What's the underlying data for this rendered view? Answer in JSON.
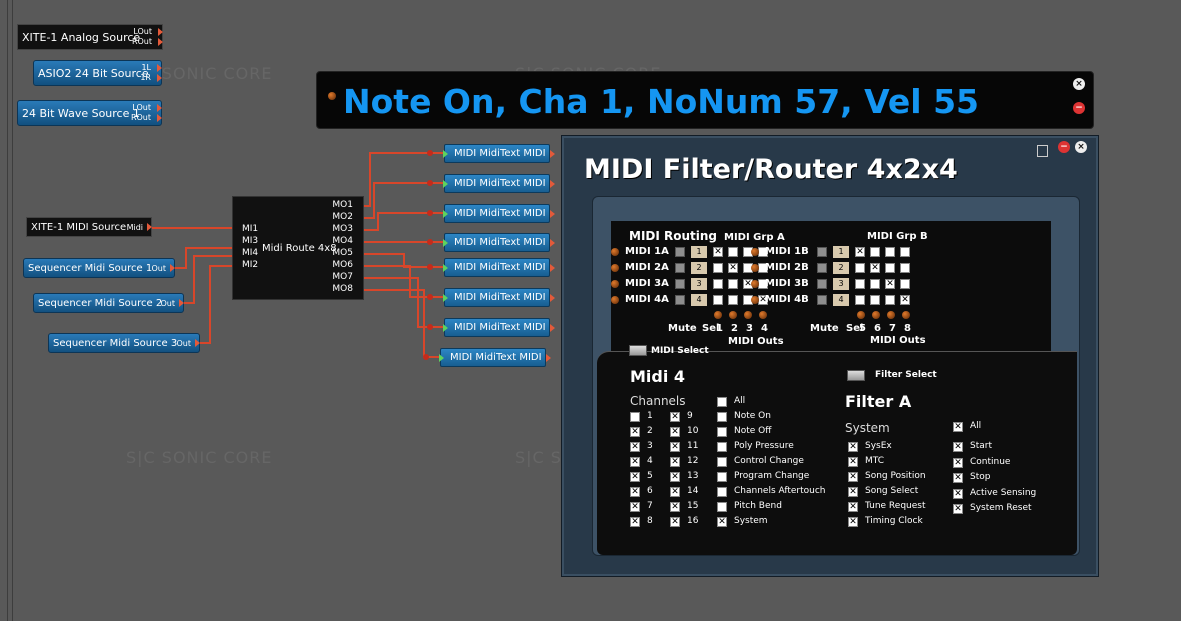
{
  "canvas": {
    "watermarks": [
      "S|C SONIC CORE",
      "S|C SONIC CORE",
      "S|C SONIC CORE",
      "S|C SONIC CORE"
    ]
  },
  "sources": [
    {
      "label": "XITE-1 Analog Source",
      "ports": [
        "LOut",
        "ROut"
      ]
    },
    {
      "label": "ASIO2 24 Bit Source",
      "ports": [
        "1L",
        "1R"
      ]
    },
    {
      "label": "24 Bit Wave Source 1",
      "ports": [
        "LOut",
        "ROut"
      ]
    }
  ],
  "midi_sources": [
    {
      "label": "XITE-1 MIDI Source",
      "port": "Midi"
    },
    {
      "label": "Sequencer Midi Source 1",
      "port": "Out"
    },
    {
      "label": "Sequencer Midi Source 2",
      "port": "Out"
    },
    {
      "label": "Sequencer Midi Source 3",
      "port": "Out"
    }
  ],
  "router": {
    "label": "Midi Route 4x8",
    "inputs": [
      "MI1",
      "MI3",
      "MI4",
      "MI2"
    ],
    "outputs": [
      "MO1",
      "MO2",
      "MO3",
      "MO4",
      "MO5",
      "MO6",
      "MO7",
      "MO8"
    ]
  },
  "miditext": [
    "MIDI MidiText",
    "MIDI MidiText",
    "MIDI MidiText",
    "MIDI MidiText",
    "MIDI MidiText",
    "MIDI MidiText",
    "MIDI MidiText",
    "MIDI MidiText"
  ],
  "miditext_port": "MIDI",
  "note_display": {
    "text": "Note On, Cha 1, NoNum 57, Vel 55"
  },
  "filter_router": {
    "title": "MIDI Filter/Router 4x2x4",
    "routing_title": "MIDI Routing",
    "grp_a": "MIDI Grp A",
    "grp_b": "MIDI Grp B",
    "rows_a": [
      "MIDI 1A",
      "MIDI 2A",
      "MIDI 3A",
      "MIDI 4A"
    ],
    "rows_b": [
      "MIDI 1B",
      "MIDI 2B",
      "MIDI 3B",
      "MIDI 4B"
    ],
    "sel_nums": [
      "1",
      "2",
      "3",
      "4"
    ],
    "grid_a": [
      [
        1,
        0,
        0,
        0
      ],
      [
        0,
        1,
        0,
        0
      ],
      [
        0,
        0,
        1,
        0
      ],
      [
        0,
        0,
        0,
        1
      ]
    ],
    "grid_b": [
      [
        1,
        0,
        0,
        0
      ],
      [
        0,
        1,
        0,
        0
      ],
      [
        0,
        0,
        1,
        0
      ],
      [
        0,
        0,
        0,
        1
      ]
    ],
    "mute": "Mute",
    "sel": "Sel",
    "outs_a": [
      "1",
      "2",
      "3",
      "4"
    ],
    "outs_b": [
      "5",
      "6",
      "7",
      "8"
    ],
    "midi_outs": "MIDI Outs",
    "midi_select": "MIDI Select",
    "filter_select": "Filter Select",
    "midi_name": "Midi 4",
    "filter_name": "Filter A",
    "channels_label": "Channels",
    "system_label": "System",
    "channels": [
      {
        "n": "1",
        "on": false
      },
      {
        "n": "2",
        "on": true
      },
      {
        "n": "3",
        "on": true
      },
      {
        "n": "4",
        "on": true
      },
      {
        "n": "5",
        "on": true
      },
      {
        "n": "6",
        "on": true
      },
      {
        "n": "7",
        "on": true
      },
      {
        "n": "8",
        "on": true
      },
      {
        "n": "9",
        "on": true
      },
      {
        "n": "10",
        "on": true
      },
      {
        "n": "11",
        "on": true
      },
      {
        "n": "12",
        "on": true
      },
      {
        "n": "13",
        "on": true
      },
      {
        "n": "14",
        "on": true
      },
      {
        "n": "15",
        "on": true
      },
      {
        "n": "16",
        "on": true
      }
    ],
    "msg_types": [
      {
        "label": "All",
        "on": false
      },
      {
        "label": "Note On",
        "on": false
      },
      {
        "label": "Note Off",
        "on": false
      },
      {
        "label": "Poly Pressure",
        "on": false
      },
      {
        "label": "Control Change",
        "on": false
      },
      {
        "label": "Program Change",
        "on": false
      },
      {
        "label": "Channels Aftertouch",
        "on": false
      },
      {
        "label": "Pitch Bend",
        "on": false
      },
      {
        "label": "System",
        "on": true
      }
    ],
    "sys_left": [
      {
        "label": "SysEx",
        "on": true
      },
      {
        "label": "MTC",
        "on": true
      },
      {
        "label": "Song Position",
        "on": true
      },
      {
        "label": "Song Select",
        "on": true
      },
      {
        "label": "Tune Request",
        "on": true
      },
      {
        "label": "Timing Clock",
        "on": true
      }
    ],
    "sys_right": [
      {
        "label": "All",
        "on": true
      },
      {
        "label": "Start",
        "on": true
      },
      {
        "label": "Continue",
        "on": true
      },
      {
        "label": "Stop",
        "on": true
      },
      {
        "label": "Active Sensing",
        "on": true
      },
      {
        "label": "System Reset",
        "on": true
      }
    ]
  }
}
